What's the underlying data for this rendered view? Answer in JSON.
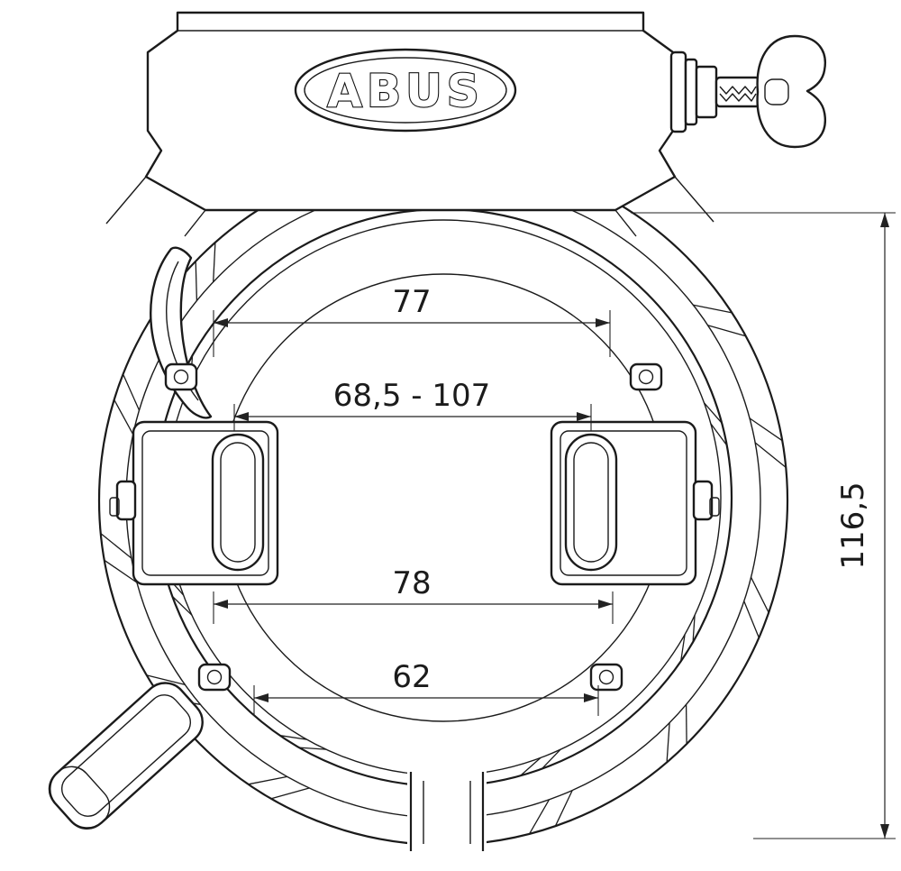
{
  "drawing": {
    "brand_logo": "ABUS",
    "dimensions": {
      "top_width": "77",
      "clamp_range": "68,5 - 107",
      "middle_width": "78",
      "bottom_width": "62",
      "overall_height": "116,5"
    }
  }
}
